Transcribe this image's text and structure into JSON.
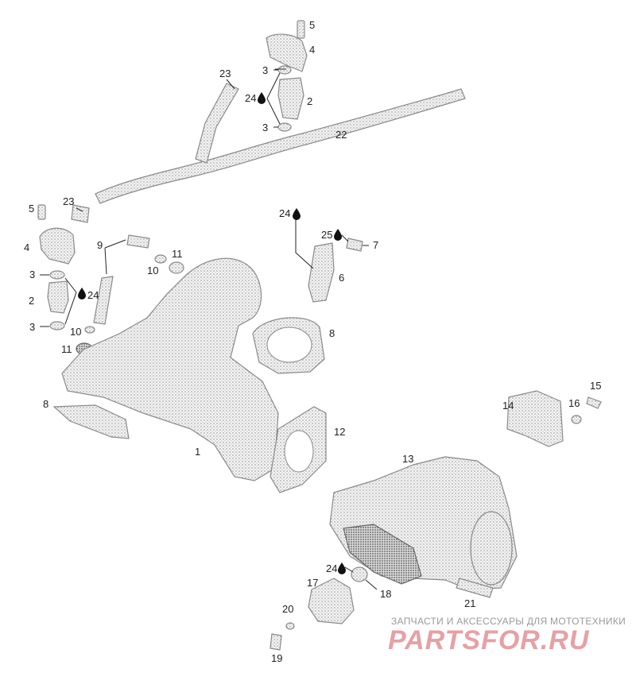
{
  "labels": {
    "n1": "1",
    "n2a": "2",
    "n2b": "2",
    "n3a": "3",
    "n3b": "3",
    "n3c": "3",
    "n3d": "3",
    "n4a": "4",
    "n4b": "4",
    "n5a": "5",
    "n5b": "5",
    "n6": "6",
    "n7": "7",
    "n8a": "8",
    "n8b": "8",
    "n9": "9",
    "n10a": "10",
    "n10b": "10",
    "n11a": "11",
    "n11b": "11",
    "n12": "12",
    "n13": "13",
    "n14": "14",
    "n15": "15",
    "n16": "16",
    "n17": "17",
    "n18": "18",
    "n19": "19",
    "n20": "20",
    "n21": "21",
    "n22": "22",
    "n23a": "23",
    "n23b": "23",
    "n24a": "24",
    "n24b": "24",
    "n24c": "24",
    "n24d": "24",
    "n25": "25"
  },
  "watermark": {
    "subtitle": "ЗАПЧАСТИ И АКСЕССУАРЫ ДЛЯ МОТОТЕХНИКИ",
    "brand": "PARTSFOR.RU"
  },
  "colors": {
    "part_fill": "#c8c8c8",
    "text": "#222222",
    "watermark_brand": "#e7a0a4",
    "watermark_sub": "#9a9a9a"
  },
  "icons": [
    "oil-drop-icon"
  ]
}
